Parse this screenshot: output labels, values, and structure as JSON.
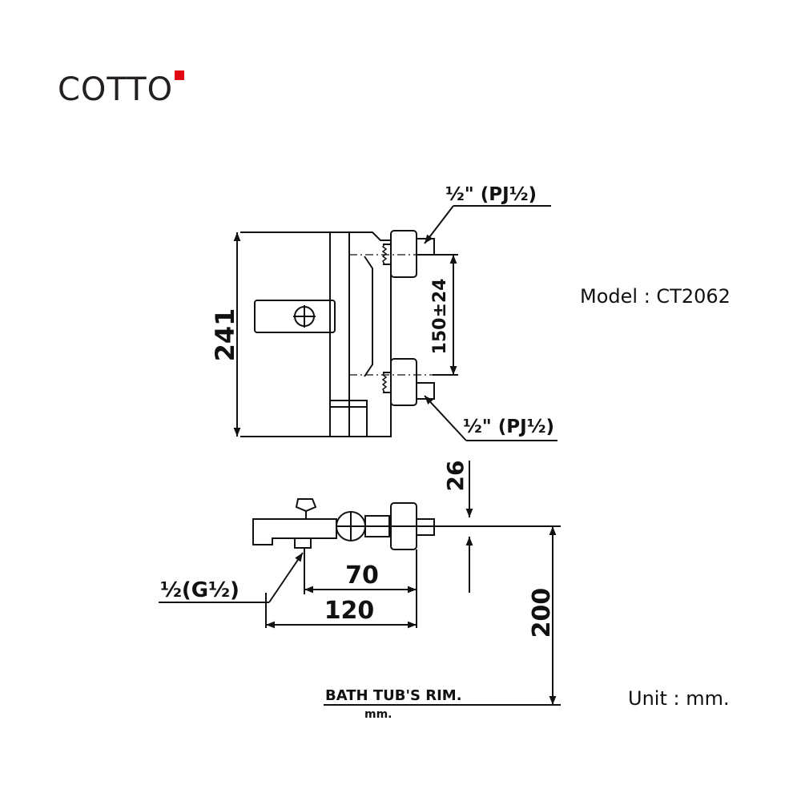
{
  "brand": {
    "logo_text": "COTTO",
    "accent_color": "#e30613",
    "text_color": "#231f20"
  },
  "info": {
    "model": "Model : CT2062",
    "unit": "Unit : mm."
  },
  "dimensions": {
    "overall_height": "241",
    "inlet_spacing": "150±24",
    "wall_depth": "26",
    "rim_height": "200",
    "spout_70": "70",
    "spout_120": "120"
  },
  "fittings": {
    "inlet_top": "½\" (PJ½)",
    "inlet_bottom": "½\" (PJ½)",
    "outlet": "½(G½)"
  },
  "rim": {
    "label": "BATH TUB'S RIM.",
    "unit": "mm."
  }
}
